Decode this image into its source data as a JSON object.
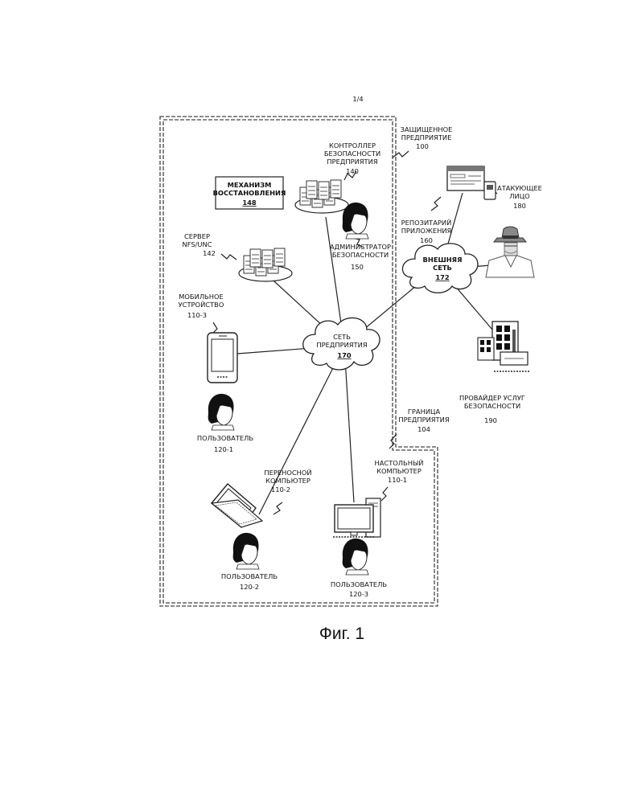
{
  "page": {
    "number": "1/4",
    "figure_caption": "Фиг. 1"
  },
  "enterprise": {
    "name": [
      "ЗАЩИЩЕННОЕ",
      "ПРЕДПРИЯТИЕ"
    ],
    "id": "100",
    "boundary": [
      "ГРАНИЦА",
      "ПРЕДПРИЯТИЯ"
    ],
    "boundary_id": "104"
  },
  "security_controller": {
    "label": [
      "КОНТРОЛЛЕР",
      "БЕЗОПАСНОСТИ",
      "ПРЕДПРИЯТИЯ"
    ],
    "id": "140"
  },
  "recovery_engine": {
    "label": [
      "МЕХАНИЗМ",
      "ВОССТАНОВЛЕНИЯ"
    ],
    "id": "148"
  },
  "nfs_server": {
    "label": [
      "СЕРВЕР",
      "NFS/UNC"
    ],
    "id": "142"
  },
  "admin": {
    "label": [
      "АДМИНИСТРАТОР",
      "БЕЗОПАСНОСТИ"
    ],
    "id": "150"
  },
  "mobile": {
    "label": [
      "МОБИЛЬНОЕ",
      "УСТРОЙСТВО"
    ],
    "id": "110-3"
  },
  "enterprise_network": {
    "label": [
      "СЕТЬ",
      "ПРЕДПРИЯТИЯ"
    ],
    "id": "170"
  },
  "external_network": {
    "label": [
      "ВНЕШНЯЯ",
      "СЕТЬ"
    ],
    "id": "172"
  },
  "app_repo": {
    "label": [
      "РЕПОЗИТАРИЙ",
      "ПРИЛОЖЕНИЯ"
    ],
    "id": "160"
  },
  "attacker": {
    "label": [
      "АТАКУЮЩЕЕ",
      "ЛИЦО"
    ],
    "id": "180"
  },
  "sec_provider": {
    "label": [
      "ПРОВАЙДЕР УСЛУГ",
      "БЕЗОПАСНОСТИ"
    ],
    "id": "190"
  },
  "user1": {
    "label": "ПОЛЬЗОВАТЕЛЬ",
    "id": "120-1"
  },
  "laptop": {
    "label": [
      "ПЕРЕНОСНОЙ",
      "КОМПЬЮТЕР"
    ],
    "id": "110-2"
  },
  "user2": {
    "label": "ПОЛЬЗОВАТЕЛЬ",
    "id": "120-2"
  },
  "desktop": {
    "label": [
      "НАСТОЛЬНЫЙ",
      "КОМПЬЮТЕР"
    ],
    "id": "110-1"
  },
  "user3": {
    "label": "ПОЛЬЗОВАТЕЛЬ",
    "id": "120-3"
  }
}
